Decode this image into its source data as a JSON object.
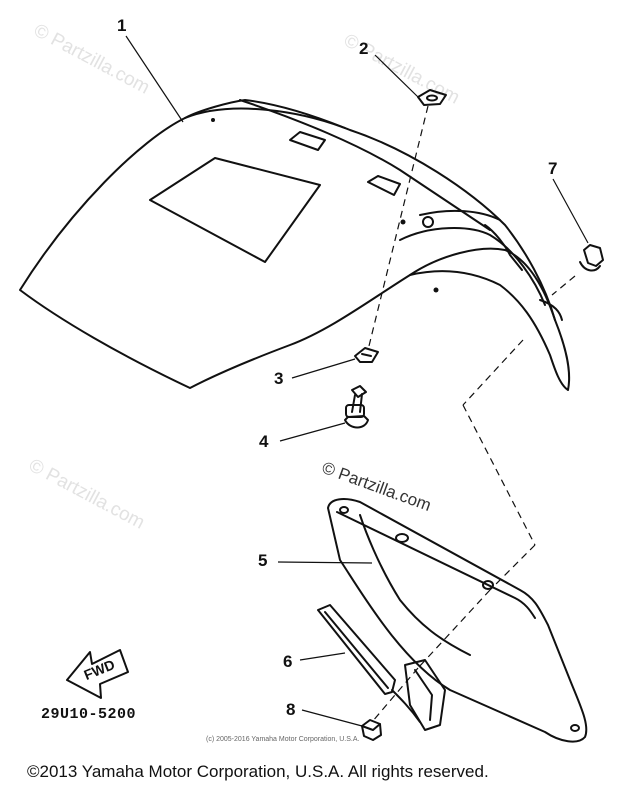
{
  "diagram": {
    "callouts": [
      "1",
      "2",
      "3",
      "4",
      "5",
      "6",
      "7",
      "8"
    ],
    "fwd_label": "FWD",
    "part_code": "29U10-5200",
    "small_copyright": "(c) 2005-2016 Yamaha Motor Corporation, U.S.A.",
    "footer": "©2013 Yamaha Motor Corporation, U.S.A. All rights reserved."
  },
  "watermark": {
    "text": "© Partzilla.com"
  }
}
